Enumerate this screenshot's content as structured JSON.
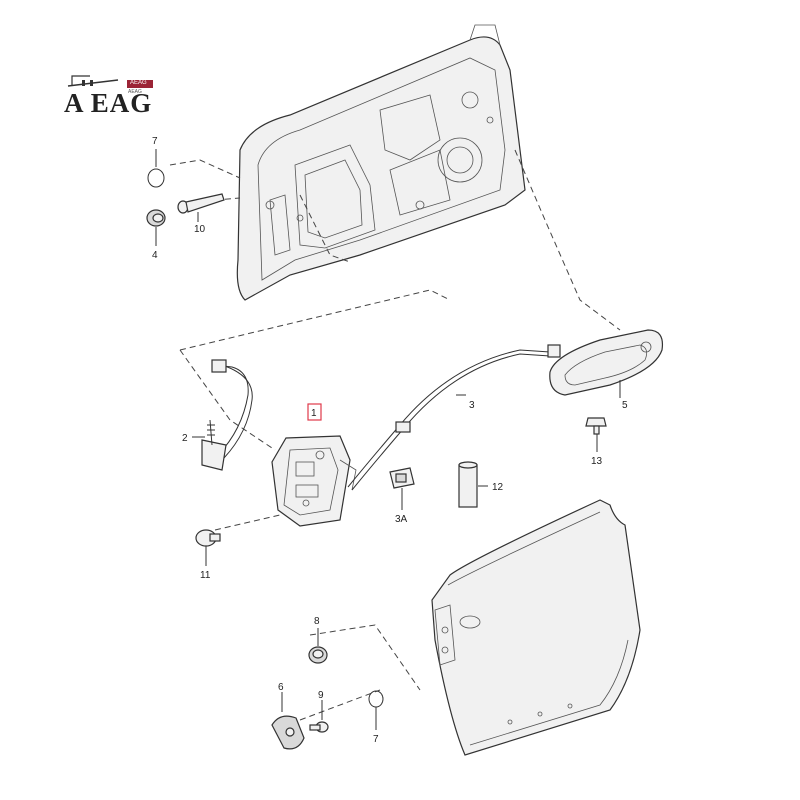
{
  "logo": {
    "brand_text": "A EAG",
    "tag_text": "AEAG",
    "small_text": "AEAG"
  },
  "callouts": {
    "c1": "1",
    "c2": "2",
    "c3": "3",
    "c3a": "3A",
    "c4": "4",
    "c5": "5",
    "c6": "6",
    "c7_top": "7",
    "c7_bottom": "7",
    "c8": "8",
    "c9": "9",
    "c10": "10",
    "c11": "11",
    "c12": "12",
    "c13": "13"
  },
  "colors": {
    "highlight": "#e0394a",
    "logo_accent": "#9b2335"
  }
}
